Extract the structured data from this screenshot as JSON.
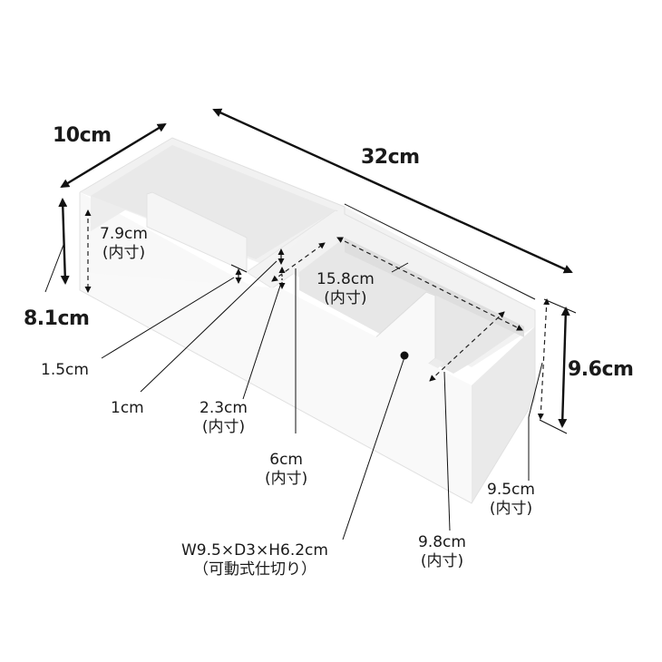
{
  "diagram": {
    "subject": "White storage box with removable divider",
    "colors": {
      "background": "#ffffff",
      "box_top": "#f4f4f4",
      "box_front": "#f7f7f7",
      "box_side": "#ececec",
      "box_inner": "#e6e6e6",
      "line": "#111111"
    },
    "outer_dimensions": {
      "depth": "10cm",
      "width": "32cm",
      "height_left": "8.1cm",
      "height_right": "9.6cm"
    },
    "inner_dimensions": {
      "left_height": {
        "value": "7.9cm",
        "note": "(内寸)"
      },
      "right_length": {
        "value": "15.8cm",
        "note": "(内寸)"
      },
      "right_height": {
        "value": "9.5cm",
        "note": "(内寸)"
      },
      "right_width": {
        "value": "9.8cm",
        "note": "(内寸)"
      },
      "step_depth": {
        "value": "2.3cm",
        "note": "(内寸)"
      },
      "step_length": {
        "value": "6cm",
        "note": "(内寸)"
      }
    },
    "details": {
      "lip_1": "1.5cm",
      "lip_2": "1cm"
    },
    "divider": {
      "size": "W9.5×D3×H6.2cm",
      "note": "（可動式仕切り）"
    }
  }
}
